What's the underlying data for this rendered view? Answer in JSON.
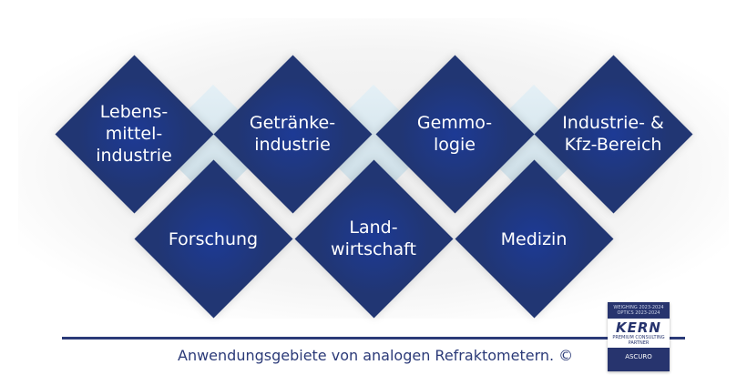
{
  "areas": [
    {
      "label": "Lebens-\nmittel-\nindustrie"
    },
    {
      "label": "Getränke-\nindustrie"
    },
    {
      "label": "Gemmo-\nlogie"
    },
    {
      "label": "Industrie- &\nKfz-Bereich"
    },
    {
      "label": "Forschung"
    },
    {
      "label": "Land-\nwirtschaft"
    },
    {
      "label": "Medizin"
    }
  ],
  "caption": "Anwendungsgebiete von analogen Refraktometern.  ©",
  "badge": {
    "line1": "WEIGHING 2023-2024",
    "line2": "OPTICS 2023-2024",
    "brand": "KERN",
    "line3": "PREMIUM CONSULTING",
    "line4": "PARTNER",
    "company": "ASCURO"
  },
  "colors": {
    "diamond": "#213673",
    "accent": "#2b3a78",
    "light": "#d6e6ee"
  }
}
